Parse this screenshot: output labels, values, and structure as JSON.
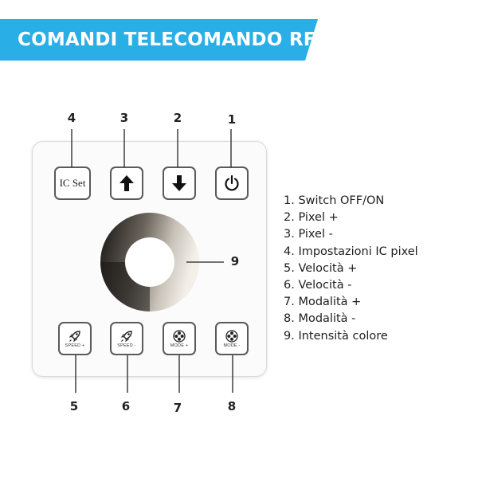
{
  "banner": {
    "title": "COMANDI TELECOMANDO RF",
    "color": "#2aaee6"
  },
  "remote": {
    "ic_set_label": "IC Set",
    "speed_plus_label": "SPEED +",
    "speed_minus_label": "SPEED -",
    "mode_plus_label": "MODE +",
    "mode_minus_label": "MODE -"
  },
  "callouts": {
    "top": [
      "4",
      "3",
      "2",
      "1"
    ],
    "wheel": "9",
    "bottom": [
      "5",
      "6",
      "7",
      "8"
    ]
  },
  "legend": [
    "1. Switch OFF/ON",
    "2. Pixel +",
    "3. Pixel -",
    "4. Impostazioni IC pixel",
    "5. Velocità +",
    "6. Velocità -",
    "7. Modalità +",
    "8. Modalità -",
    "9. Intensità colore"
  ]
}
